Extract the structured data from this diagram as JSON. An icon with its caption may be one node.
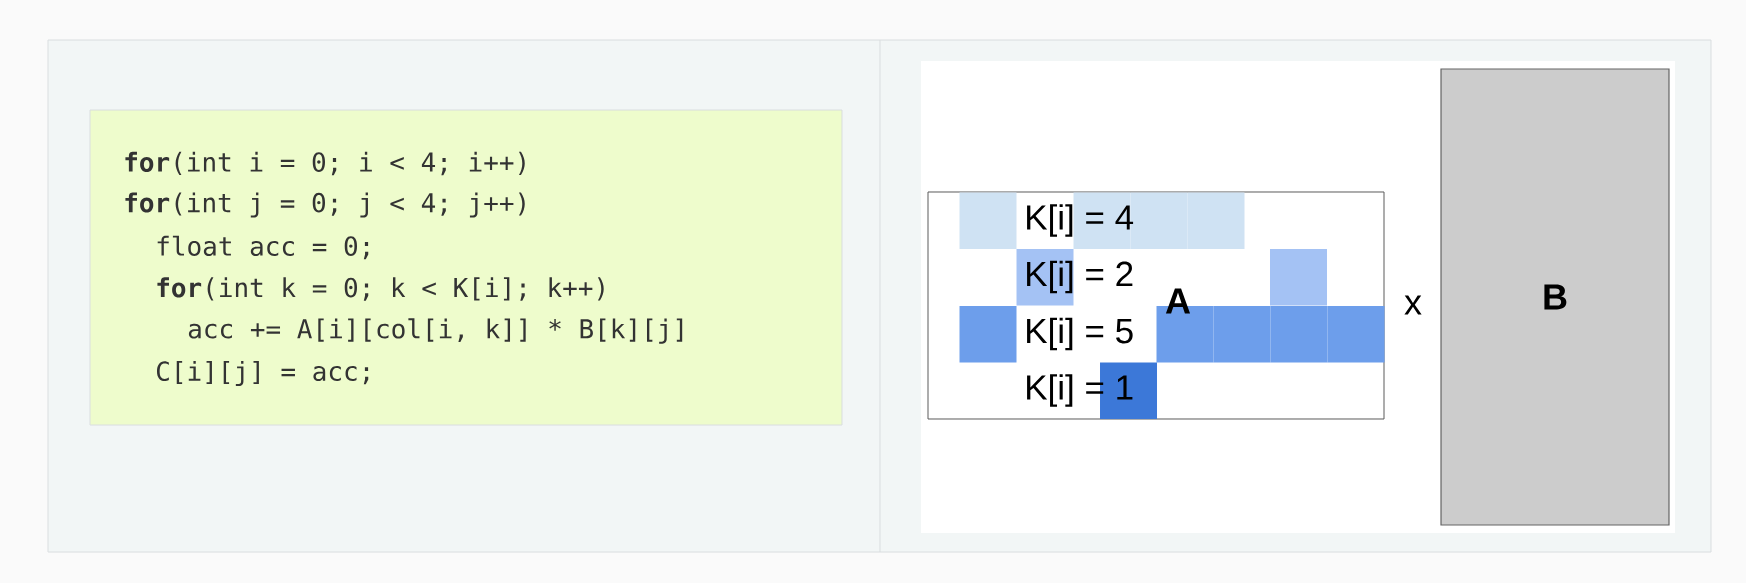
{
  "diagram": {
    "nodes": [
      {
        "text": [
          "**for**(int i = 0; i < 4; i++)",
          "**for**(int j = 0; j < 4; j++)",
          "float acc = 0;",
          "**for**(int k = 0; k < K[i]; k++)",
          "acc += A[i][col[i, k]] * B[k][j]",
          "C[i][j] = acc;"
        ]
      },
      {
        "text": [
          "K[i] = 4",
          "K[i] = 2",
          "A",
          "K[i] = 5",
          "K[i] = 1"
        ]
      },
      {
        "text": [
          "B"
        ]
      }
    ],
    "labels": [
      "x"
    ]
  }
}
